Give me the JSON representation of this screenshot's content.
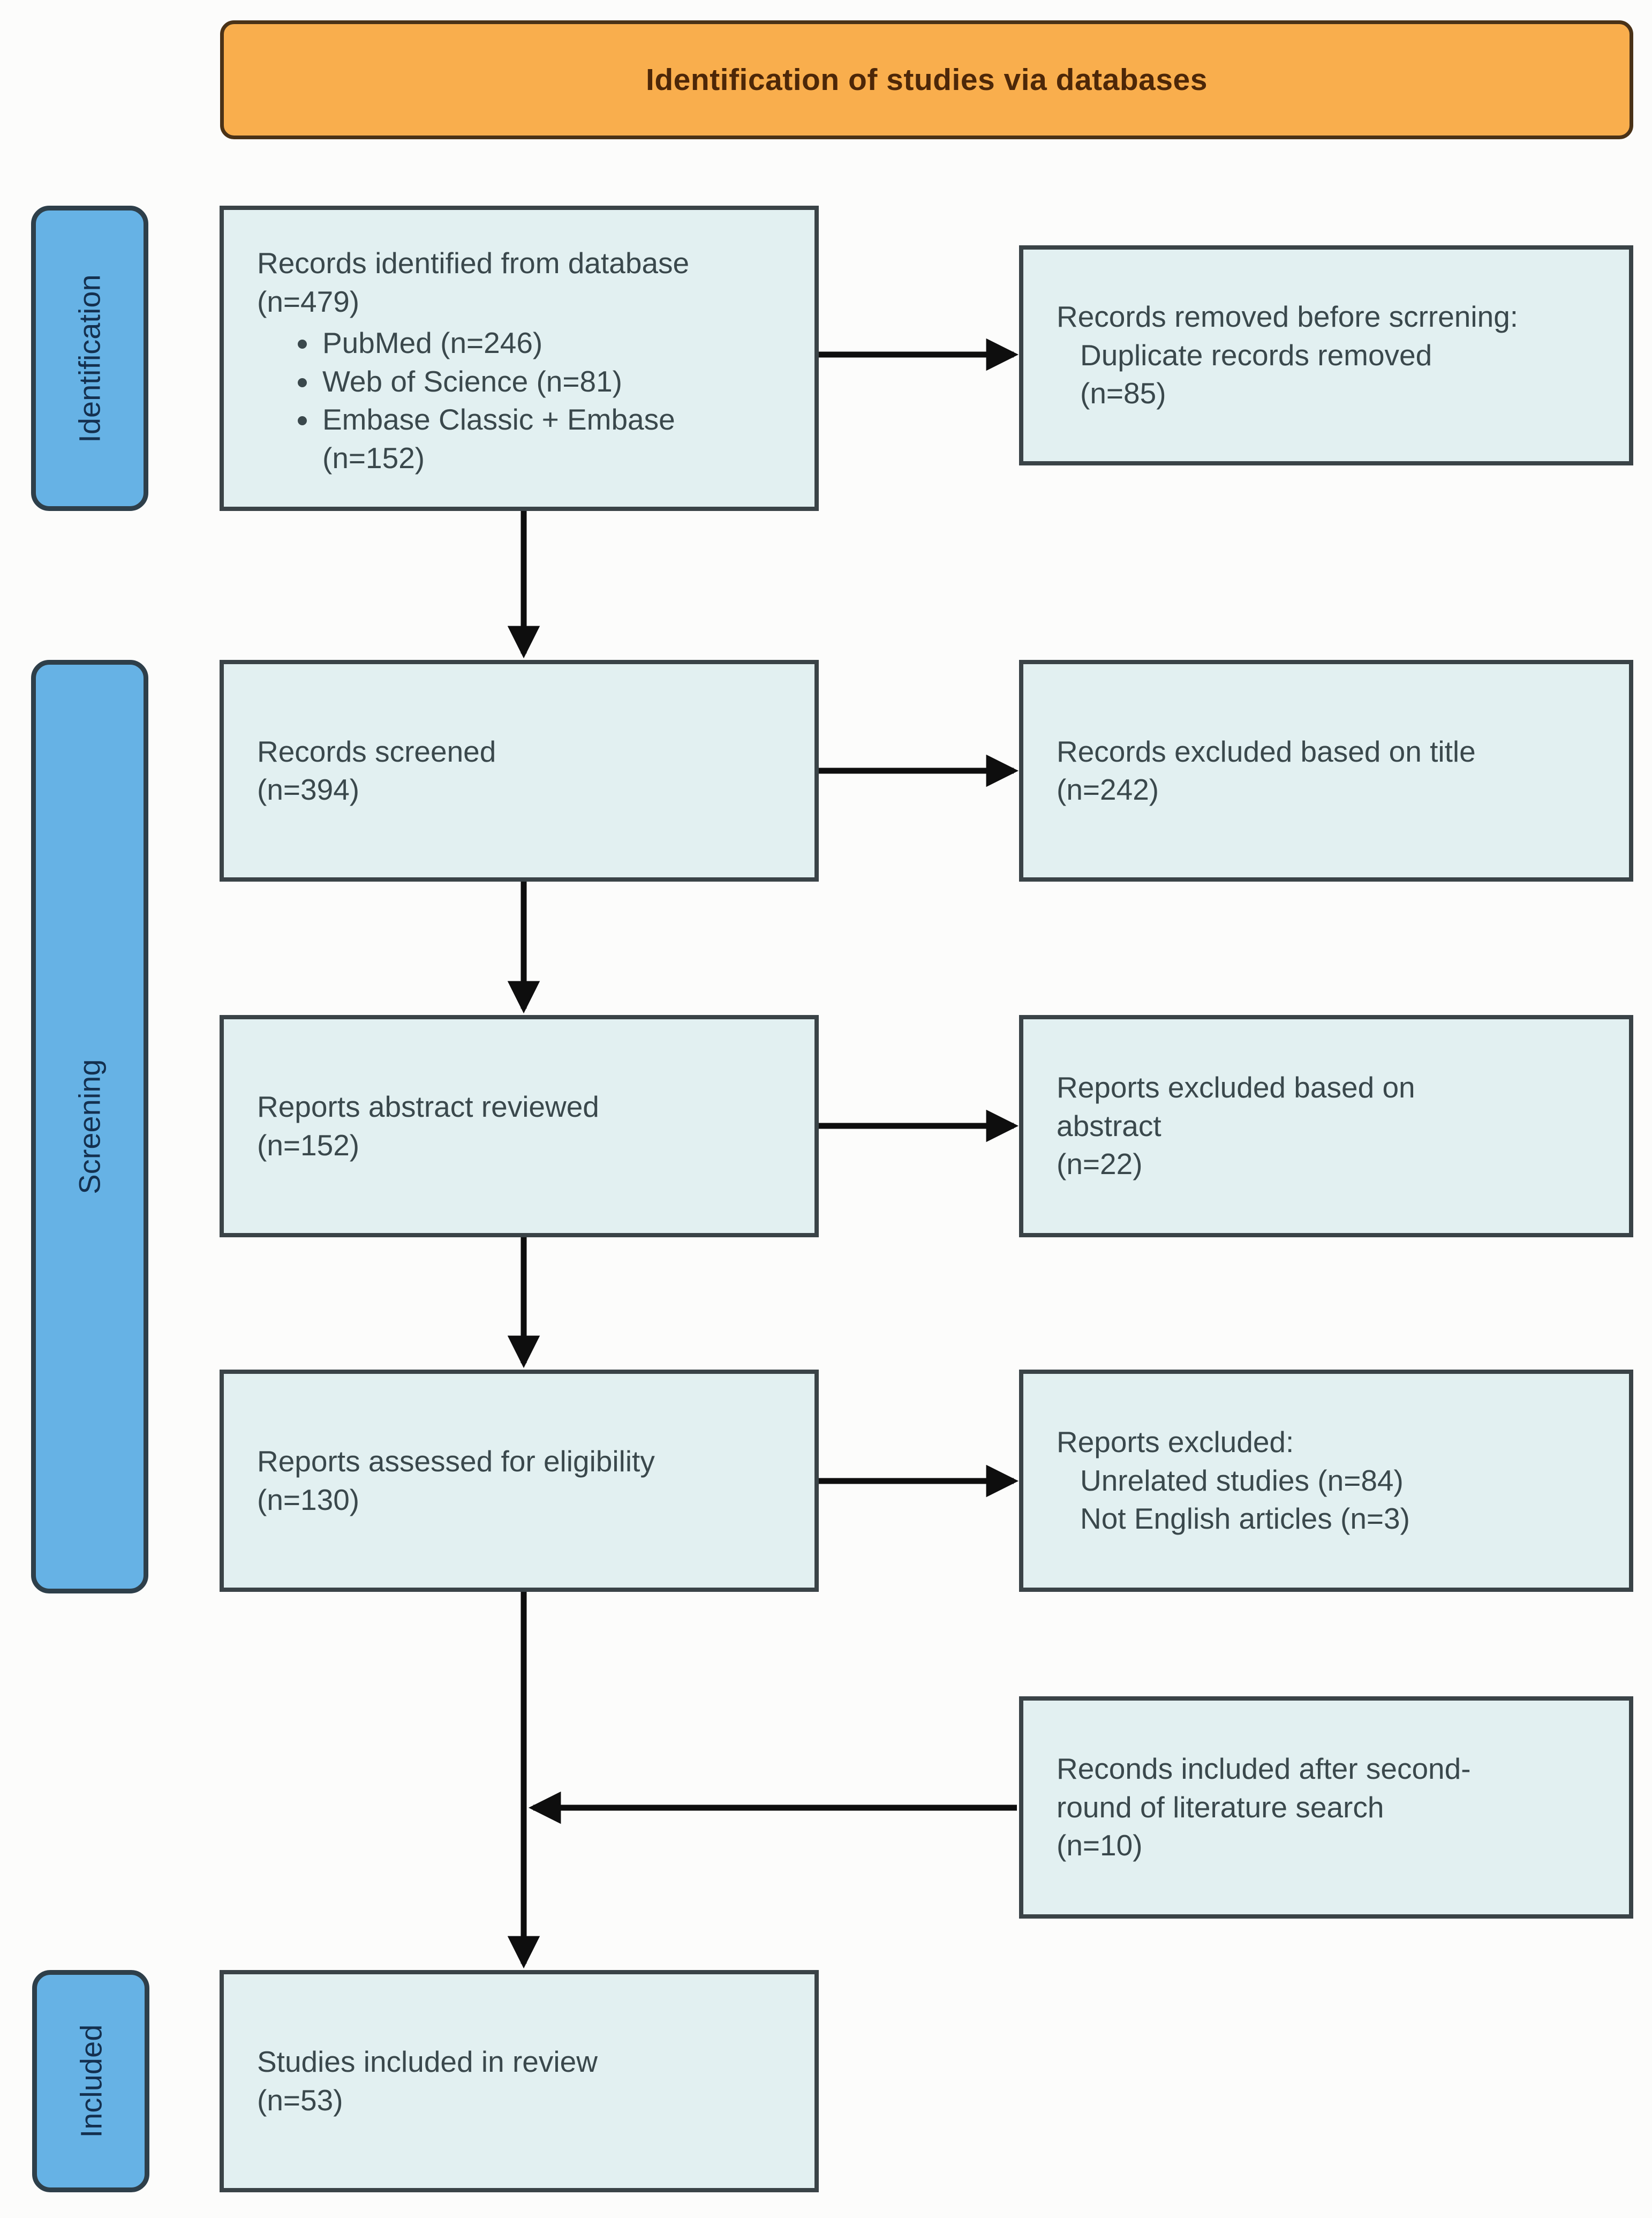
{
  "header": {
    "title": "Identification of studies via databases"
  },
  "stages": {
    "identification": "Identification",
    "screening": "Screening",
    "included": "Included"
  },
  "boxes": {
    "records_identified": {
      "line1": "Records  identified from database",
      "line2": "(n=479)",
      "bullet1": "PubMed (n=246)",
      "bullet2": "Web of Science (n=81)",
      "bullet3": "Embase Classic + Embase",
      "bullet3_cont": "(n=152)"
    },
    "records_removed": {
      "line1": "Records removed before scrrening:",
      "line2": "Duplicate records removed",
      "line3": "(n=85)"
    },
    "records_screened": {
      "line1": "Records screened",
      "line2": "(n=394)"
    },
    "records_excluded_title": {
      "line1": "Records excluded based on title",
      "line2": "(n=242)"
    },
    "reports_abstract_reviewed": {
      "line1": "Reports abstract reviewed",
      "line2": "(n=152)"
    },
    "reports_excluded_abstract": {
      "line1": "Reports excluded based on",
      "line2": "abstract",
      "line3": "(n=22)"
    },
    "reports_assessed": {
      "line1": "Reports assessed for eligibility",
      "line2": "(n=130)"
    },
    "reports_excluded": {
      "line1": "Reports excluded:",
      "line2": "Unrelated studies (n=84)",
      "line3": "Not English articles (n=3)"
    },
    "second_round": {
      "line1": "Reconds included after second-",
      "line2": "round of literature search",
      "line3": "(n=10)"
    },
    "studies_included": {
      "line1": "Studies included in review",
      "line2": "(n=53)"
    }
  },
  "colors": {
    "header_fill": "#F9AE4D",
    "header_border": "#4A3217",
    "header_text": "#4D2708",
    "box_fill": "#E2F0F1",
    "box_border": "#3A4347",
    "box_text": "#3A484C",
    "stage_fill": "#66B2E5",
    "stage_border": "#2E3F4A",
    "stage_text": "#14304F",
    "arrow": "#0E0E0E",
    "background": "#FCFCFB"
  }
}
